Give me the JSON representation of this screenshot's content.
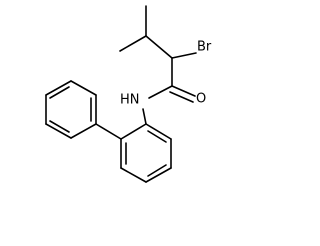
{
  "labels": {
    "bromine": "Br",
    "oxygen": "O",
    "amide_nh": "HN"
  }
}
